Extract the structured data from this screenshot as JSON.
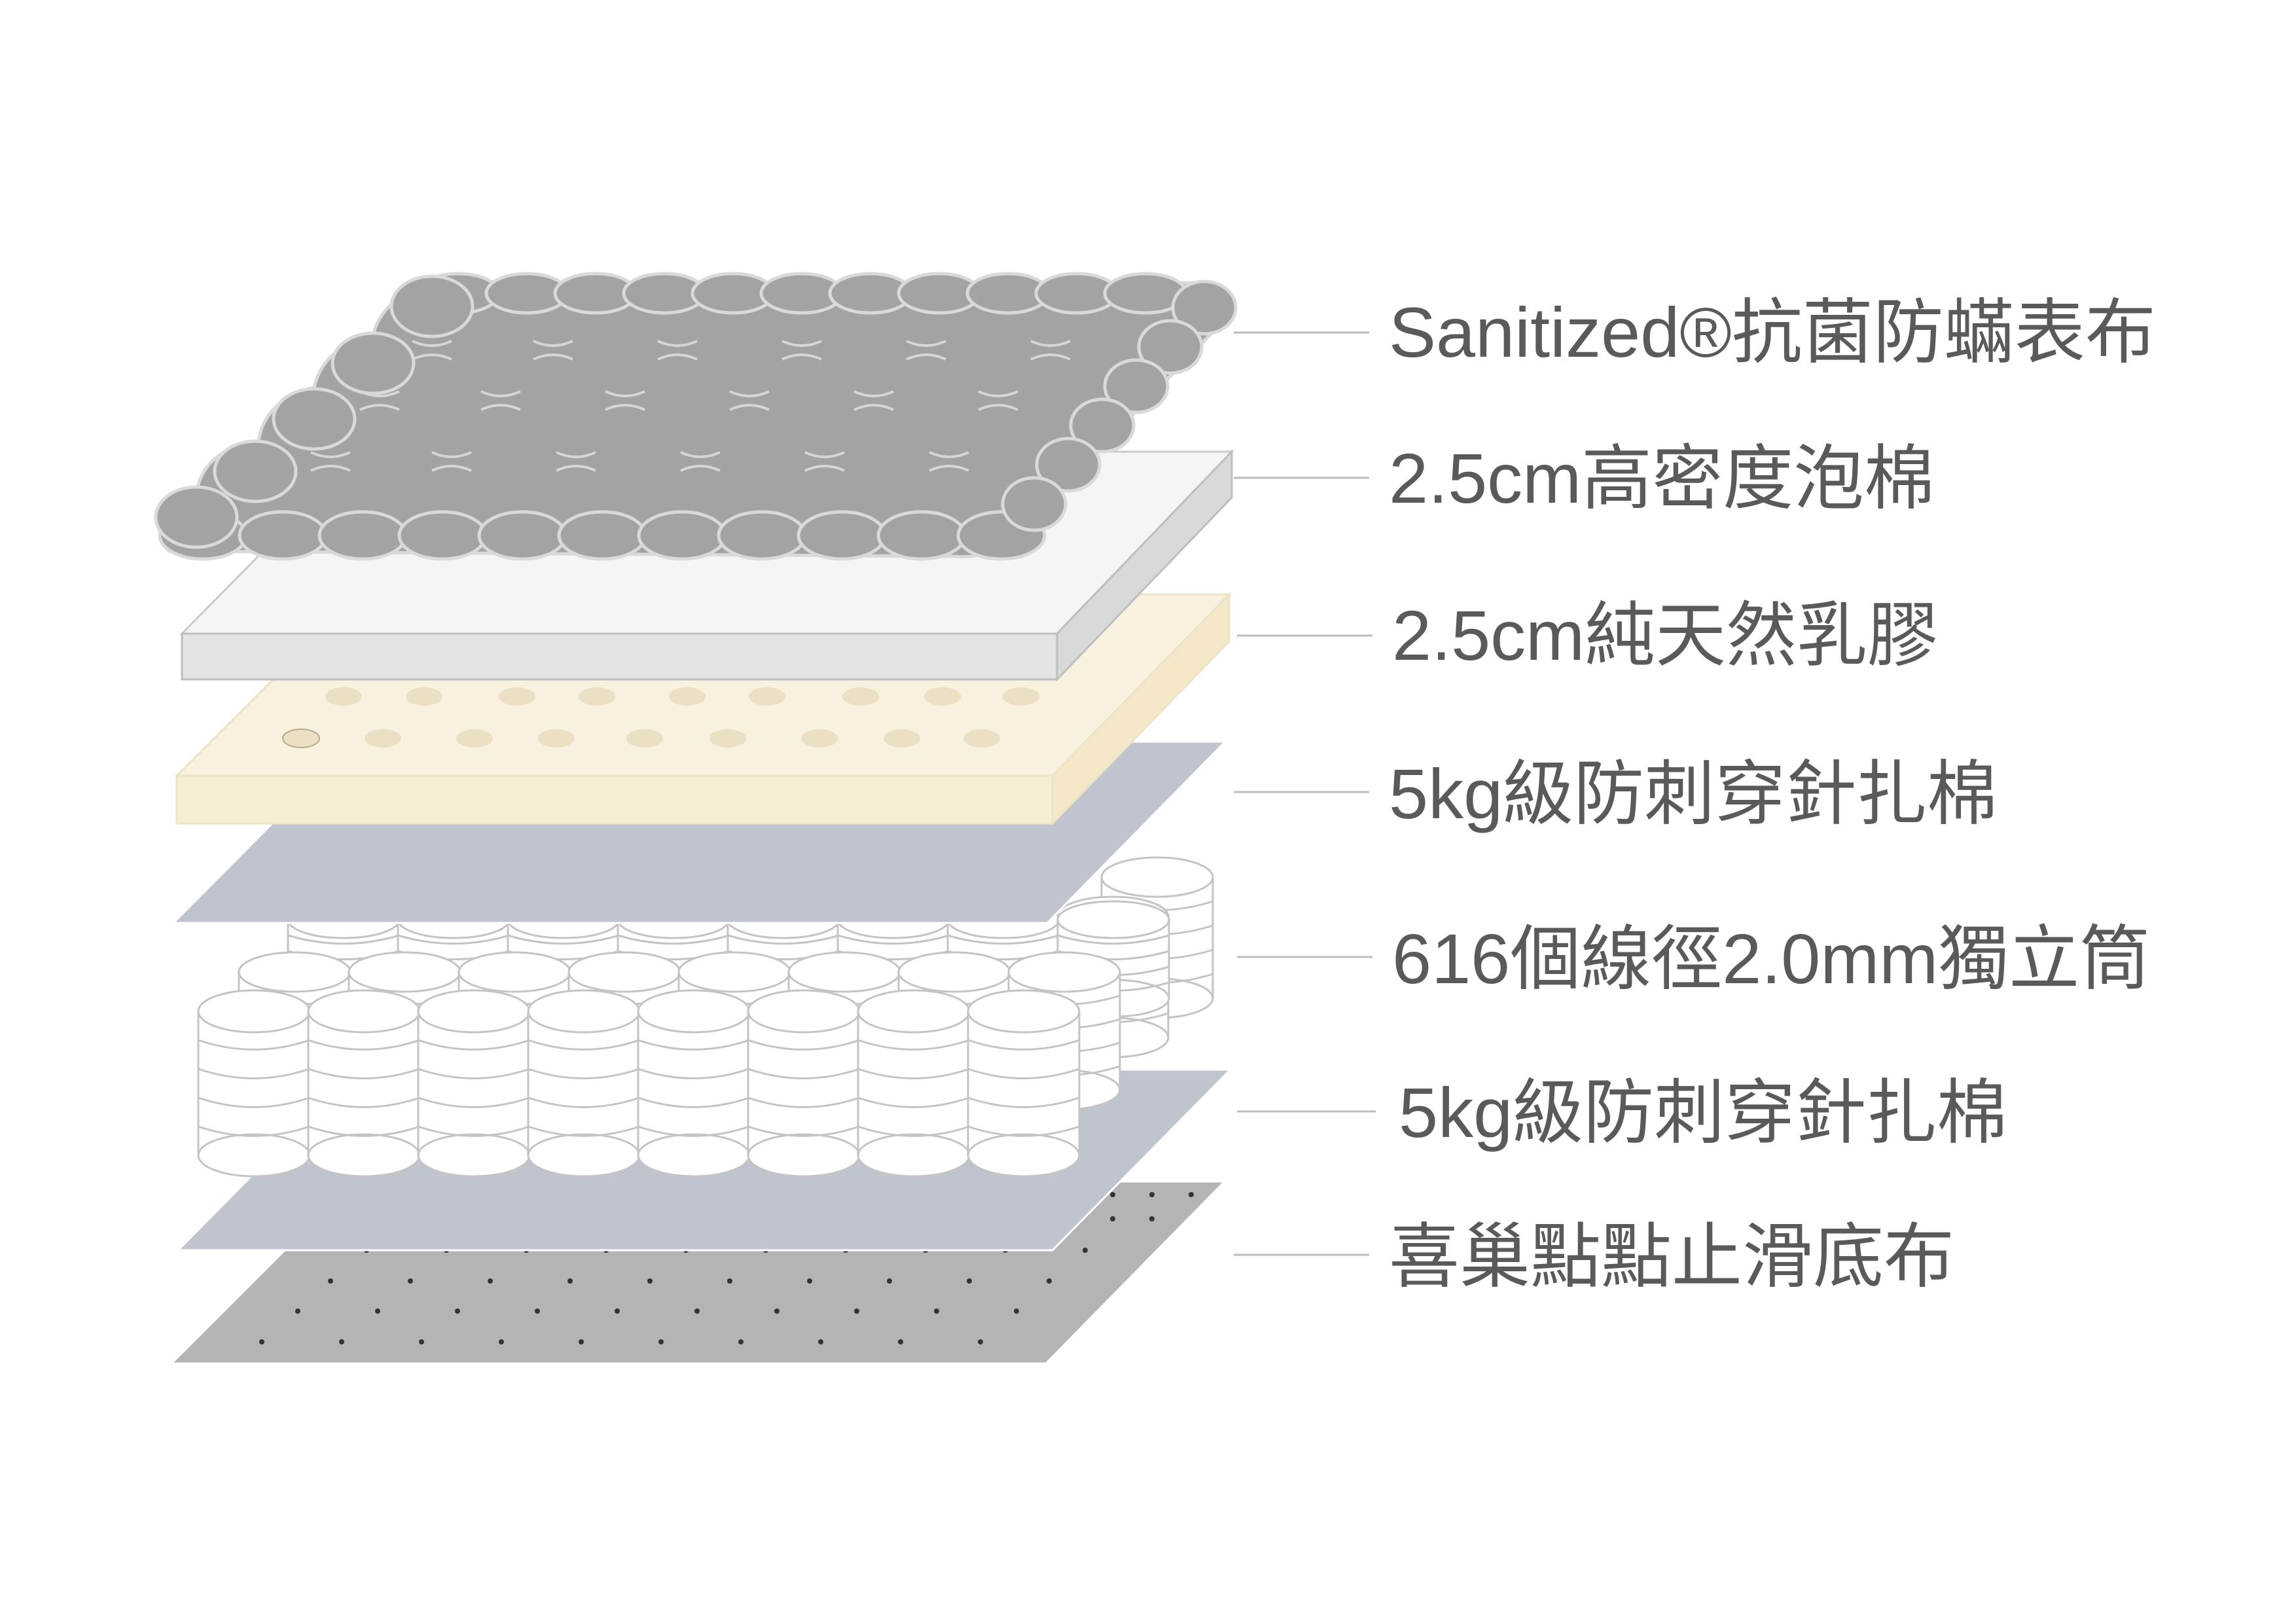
{
  "layers": [
    {
      "id": "fabric",
      "label": "Sanitized®抗菌防蟎表布"
    },
    {
      "id": "foam",
      "label": "2.5cm高密度泡棉"
    },
    {
      "id": "latex",
      "label": "2.5cm純天然乳膠"
    },
    {
      "id": "felt-top",
      "label": "5kg級防刺穿針扎棉"
    },
    {
      "id": "springs",
      "label": "616個線徑2.0mm獨立筒"
    },
    {
      "id": "felt-bottom",
      "label": "5kg級防刺穿針扎棉"
    },
    {
      "id": "base",
      "label": "喜巢點點止滑底布"
    }
  ],
  "colors": {
    "fabric": "#a2a3a2",
    "fabric_edge": "#d9d9d9",
    "foam_top": "#f4f6f5",
    "foam_side": "#d8d9d9",
    "latex_top": "#f8f1e0",
    "latex_side": "#f7edd2",
    "latex_hole": "#ebe0c3",
    "felt": "#c0c4cf",
    "base": "#b3b4b3",
    "base_dot": "#333333",
    "spring_fill": "#ffffff",
    "spring_stroke": "#c4c4c4",
    "label_text": "#5a5a5a",
    "leader": "#bdbdbd"
  }
}
